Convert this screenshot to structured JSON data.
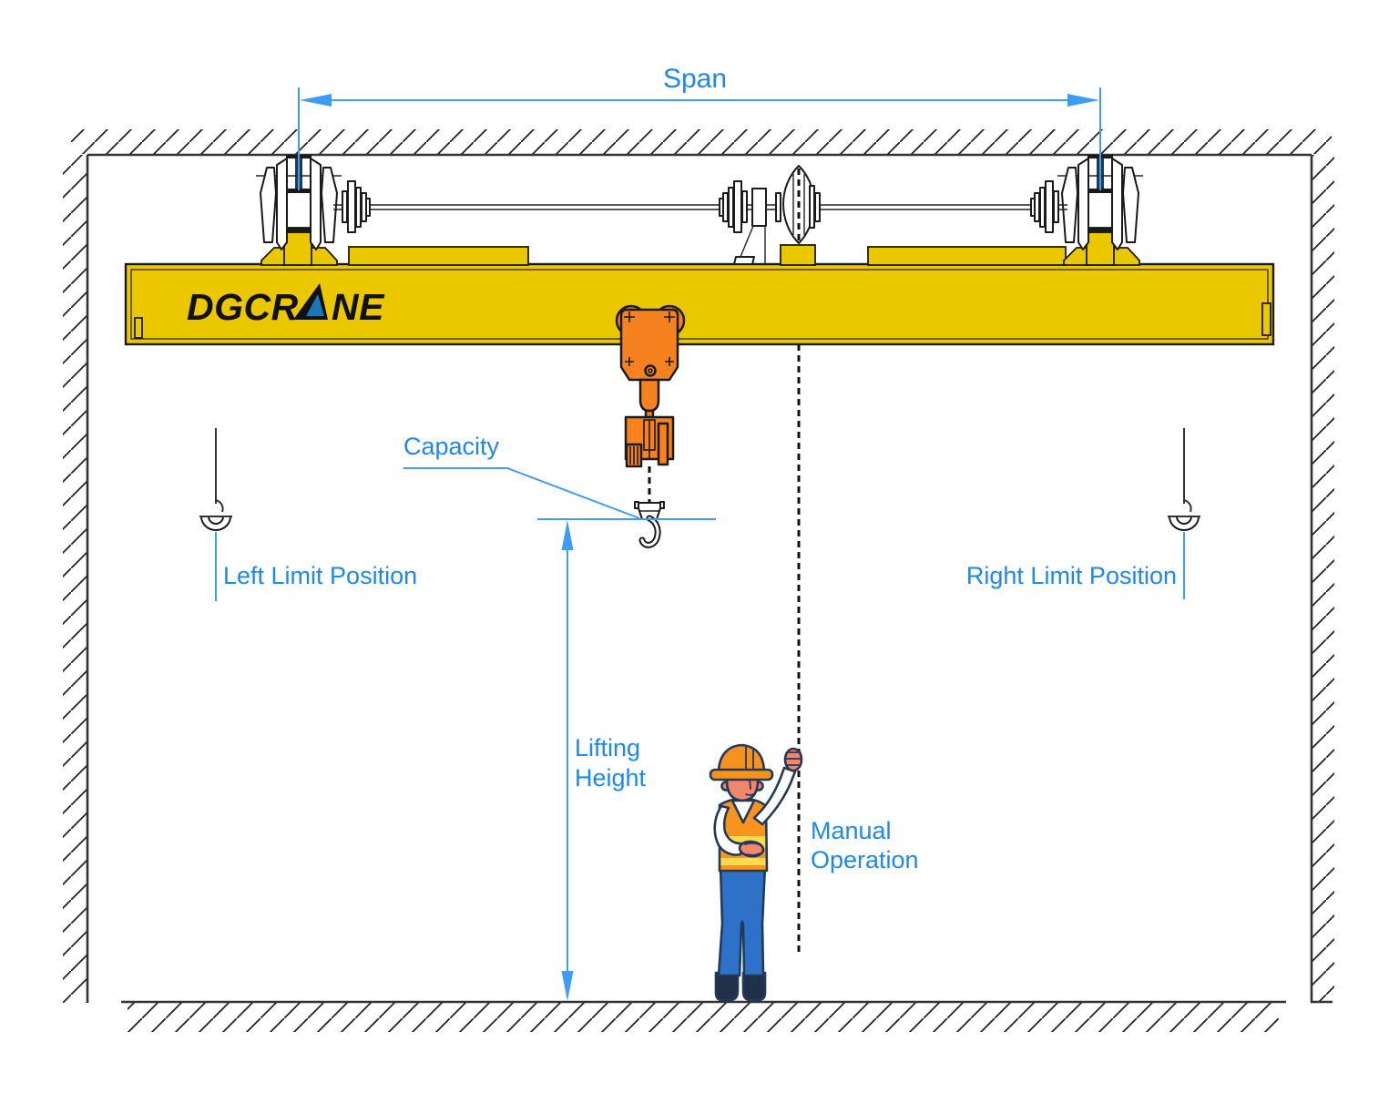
{
  "diagram": {
    "type": "overhead-crane-technical-diagram",
    "brand": {
      "name": "DGCRANE",
      "render_left": "DGCR",
      "render_right": "NE"
    },
    "annotations": {
      "span": "Span",
      "capacity": "Capacity",
      "left_limit": "Left Limit Position",
      "right_limit": "Right Limit Position",
      "lifting_height": [
        "Lifting",
        "Height"
      ],
      "manual_operation": [
        "Manual",
        "Operation"
      ]
    },
    "colors": {
      "annotation_text": "#1E87F0",
      "annotation_line": "#3F9CF5",
      "beam_yellow": "#EBC700",
      "hoist_orange": "#F5821F",
      "outline": "#1A1A1A",
      "structure_line": "#333333",
      "hatch_line": "#222222",
      "rail_dark": "#223950",
      "chain_black": "#111111",
      "worker_navy": "#23395B",
      "vest_orange": "#F7941E",
      "vest_stripe_yellow": "#FFD94E",
      "hat_orange": "#F6921E",
      "pants_blue": "#2D72C8",
      "skin": "#F2876B",
      "boot_navy": "#1F3148",
      "logo_black": "#111111",
      "logo_triangle_blue": "#1B75BB"
    }
  }
}
